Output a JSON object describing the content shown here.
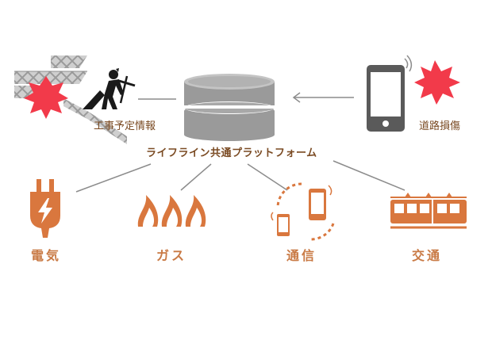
{
  "construction": {
    "label": "工事予定情報"
  },
  "damage": {
    "label": "道路損傷"
  },
  "platform": {
    "label": "ライフライン共通プラットフォーム"
  },
  "services": [
    {
      "label": "電気"
    },
    {
      "label": "ガス"
    },
    {
      "label": "通信"
    },
    {
      "label": "交通"
    }
  ],
  "colors": {
    "accent": "#d9773e",
    "label": "#7a4a22",
    "burst": "#f23a4a",
    "server": "#9a9a9a",
    "phone": "#5a5a5a",
    "line": "#8c8c8c"
  }
}
